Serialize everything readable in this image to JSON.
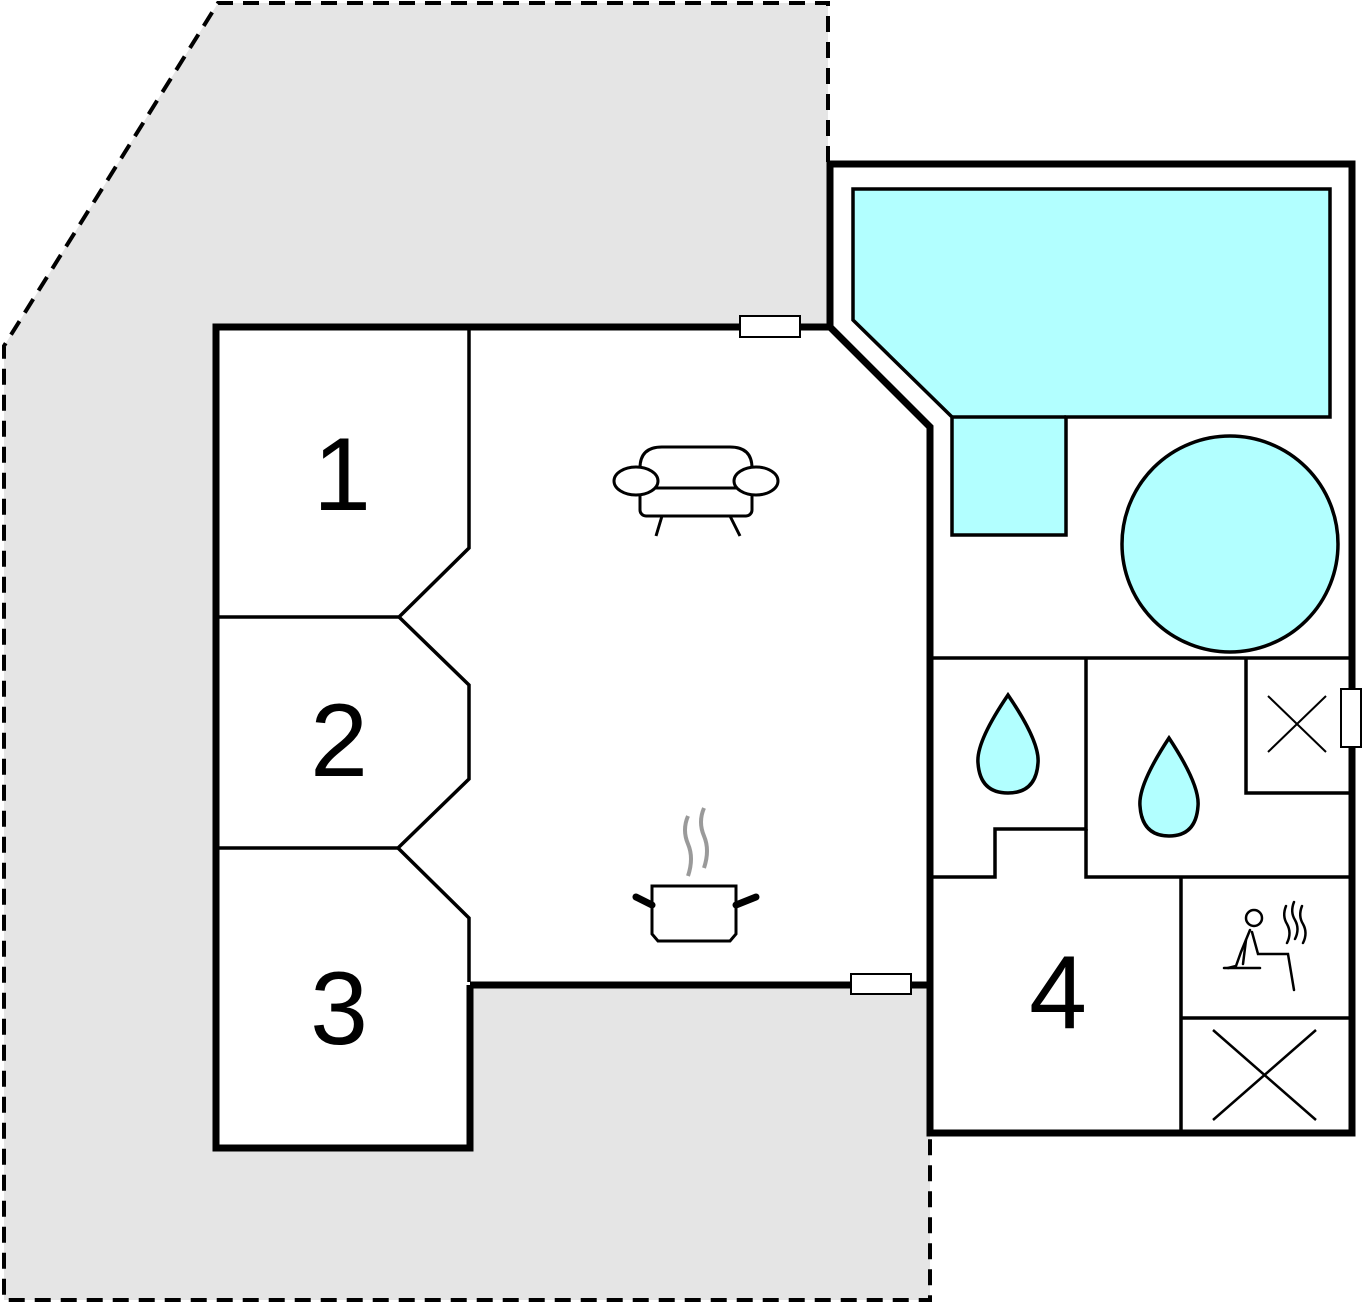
{
  "rooms": [
    {
      "label": "1"
    },
    {
      "label": "2"
    },
    {
      "label": "3"
    },
    {
      "label": "4"
    }
  ],
  "icons": {
    "living": "sofa-icon",
    "kitchen": "cooking-pot-icon",
    "bathroom_a": "water-drop-icon",
    "bathroom_b": "water-drop-icon",
    "sauna": "sauna-icon",
    "toilet_small": "toilet-cross-icon",
    "storage": "storage-cross-icon",
    "pool": "swimming-pool-icon",
    "hot_tub": "hot-tub-icon"
  },
  "colors": {
    "outdoor_area": "#e5e5e5",
    "water": "#b2ffff",
    "walls": "#000000",
    "steam": "#9a9a9a"
  }
}
